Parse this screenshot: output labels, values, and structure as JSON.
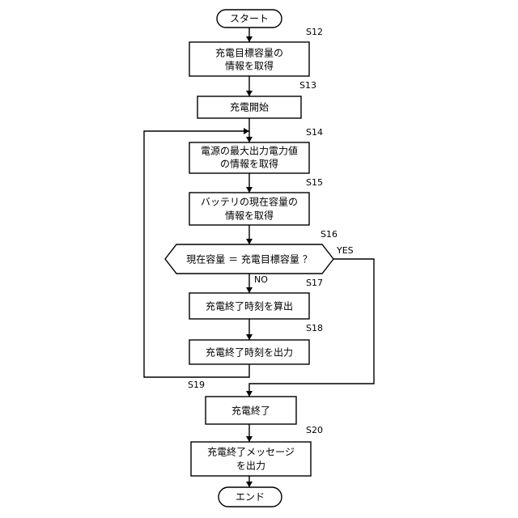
{
  "flowchart": {
    "start": {
      "label": "スタート"
    },
    "end": {
      "label": "エンド"
    },
    "steps": [
      {
        "id": "S12",
        "lines": [
          "充電目標容量の",
          "情報を取得"
        ]
      },
      {
        "id": "S13",
        "lines": [
          "充電開始"
        ]
      },
      {
        "id": "S14",
        "lines": [
          "電源の最大出力電力値",
          "の情報を取得"
        ]
      },
      {
        "id": "S15",
        "lines": [
          "バッテリの現在容量の",
          "情報を取得"
        ]
      },
      {
        "id": "S16",
        "lines": [
          "現在容量 ＝ 充電目標容量 ？"
        ]
      },
      {
        "id": "S17",
        "lines": [
          "充電終了時刻を算出"
        ]
      },
      {
        "id": "S18",
        "lines": [
          "充電終了時刻を出力"
        ]
      },
      {
        "id": "S19",
        "lines": [
          "充電終了"
        ]
      },
      {
        "id": "S20",
        "lines": [
          "充電終了メッセージ",
          "を出力"
        ]
      }
    ],
    "branch_yes": "YES",
    "branch_no": "NO"
  }
}
